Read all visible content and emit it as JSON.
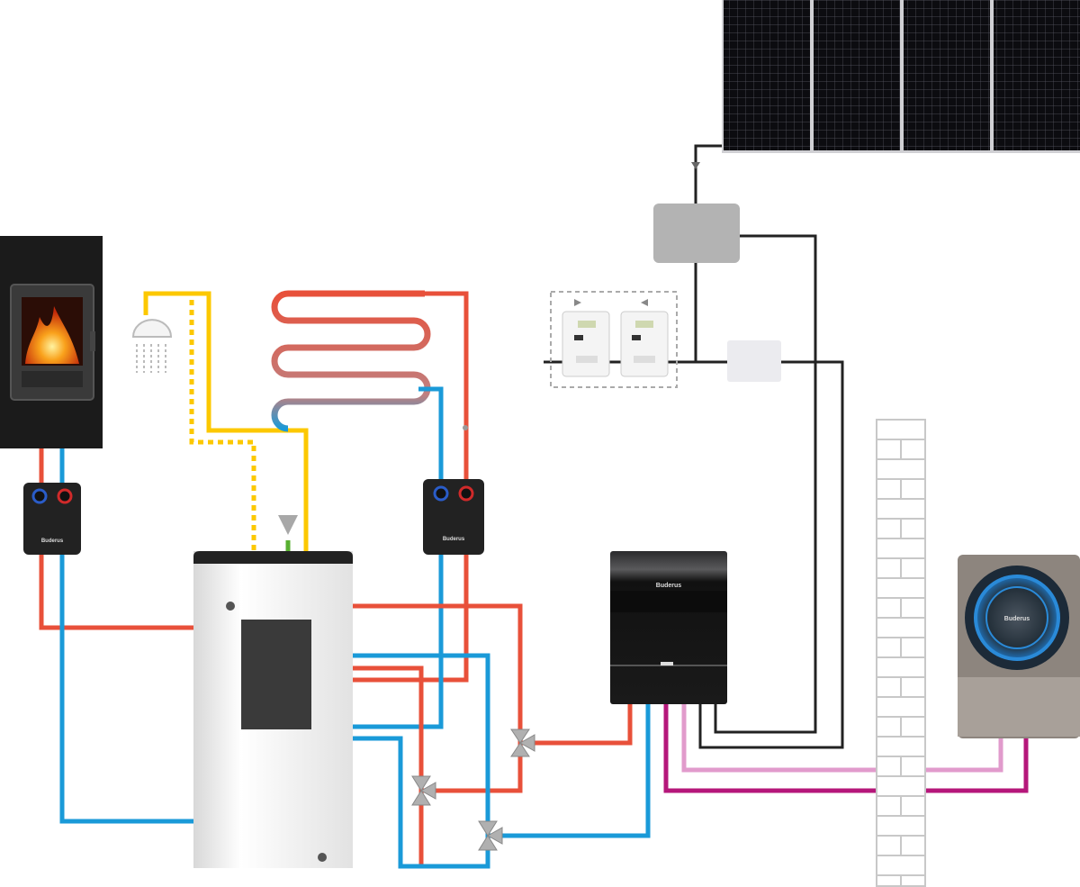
{
  "diagram": {
    "brand_label": "Buderus",
    "components": [
      {
        "id": "solar-panel",
        "icon": "solar-panel-icon"
      },
      {
        "id": "inverter",
        "icon": "inverter-box"
      },
      {
        "id": "energy-meters",
        "icon": "electric-meter-icon",
        "count": 2
      },
      {
        "id": "junction-box",
        "icon": "junction-box"
      },
      {
        "id": "wood-stove",
        "icon": "fireplace-icon"
      },
      {
        "id": "shower",
        "icon": "shower-icon"
      },
      {
        "id": "underfloor-heating",
        "icon": "floor-heating-coil-icon"
      },
      {
        "id": "pump-station-stove",
        "icon": "pump-station-icon"
      },
      {
        "id": "pump-station-heating",
        "icon": "pump-station-icon"
      },
      {
        "id": "storage-tank",
        "icon": "water-tank-icon"
      },
      {
        "id": "indoor-unit",
        "icon": "heat-pump-indoor-unit-icon"
      },
      {
        "id": "outdoor-unit",
        "icon": "heat-pump-outdoor-unit-icon"
      },
      {
        "id": "house-wall",
        "icon": "brick-wall-icon"
      },
      {
        "id": "cold-water-inlet",
        "icon": "inlet-arrow-icon"
      }
    ],
    "colors": {
      "hot_line": "#e8503a",
      "cold_line": "#1a9ad8",
      "dhw_line": "#fcc800",
      "cold_water_inlet": "#58b031",
      "refrigerant_liquid": "#e19bcc",
      "refrigerant_gas": "#b5177a",
      "electric_line": "#222222",
      "tank": "#eeeeee",
      "device_dark": "#1c1c1e",
      "pv_module": "#0a0a0c"
    }
  }
}
